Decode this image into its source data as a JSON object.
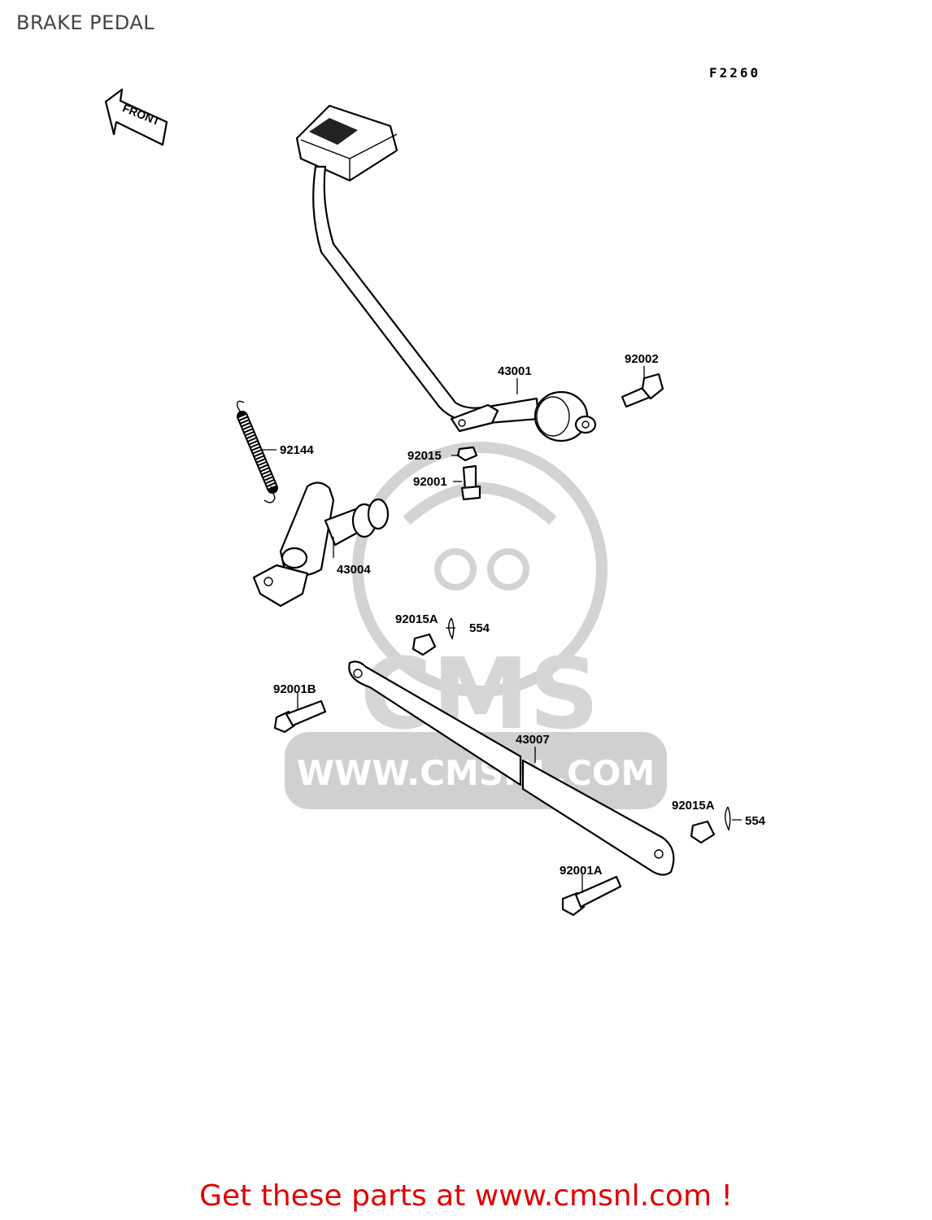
{
  "page": {
    "title": "BRAKE PEDAL",
    "ref_code": "F2260"
  },
  "arrow": {
    "label": "FRONT"
  },
  "parts": [
    {
      "id": "43001"
    },
    {
      "id": "92002"
    },
    {
      "id": "92144"
    },
    {
      "id": "92015"
    },
    {
      "id": "92001"
    },
    {
      "id": "43004"
    },
    {
      "id": "92015A"
    },
    {
      "id": "554"
    },
    {
      "id": "92001B"
    },
    {
      "id": "43007"
    },
    {
      "id": "92015A"
    },
    {
      "id": "554"
    },
    {
      "id": "92001A"
    }
  ],
  "watermark": {
    "brand": "CMS",
    "url": "WWW.CMSNL.COM"
  },
  "footer": {
    "text": "Get these parts at www.cmsnl.com !"
  }
}
